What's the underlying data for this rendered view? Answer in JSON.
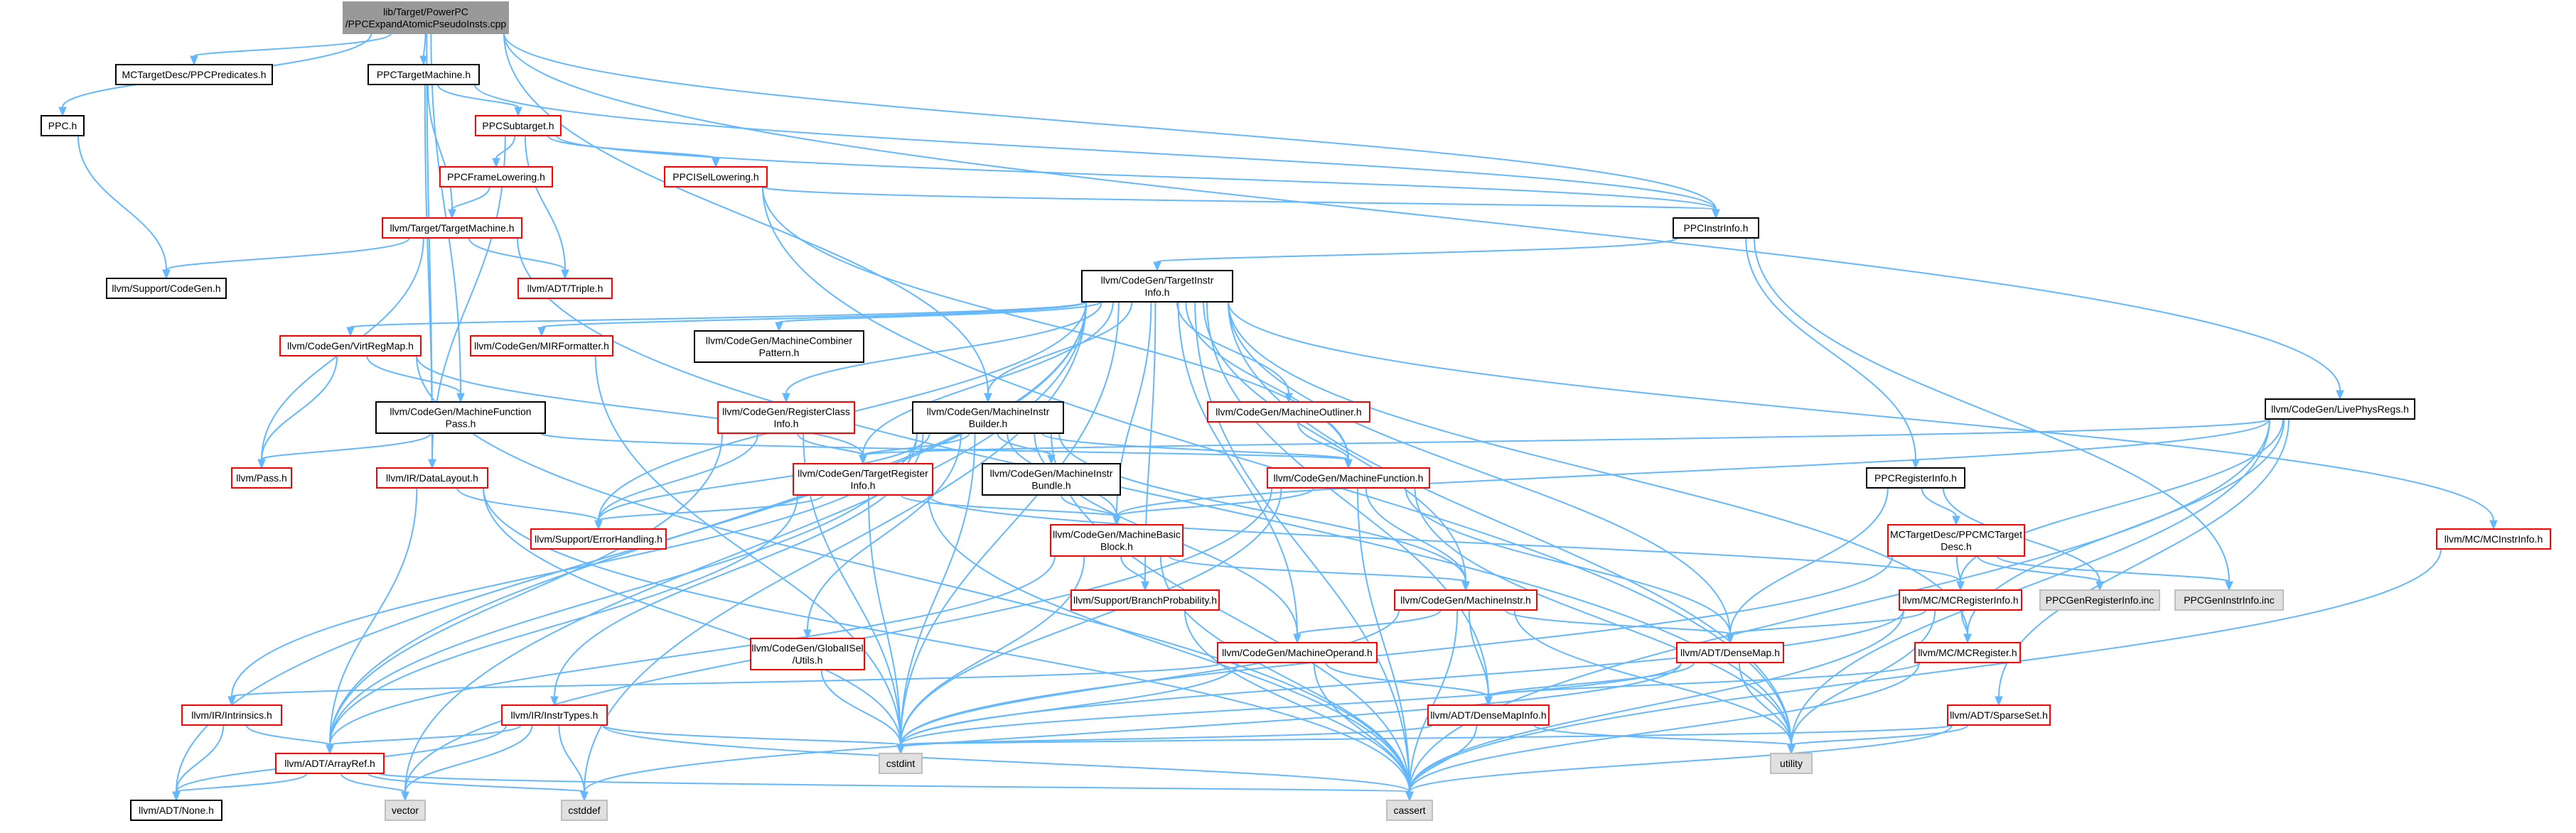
{
  "diagram": {
    "type": "include-dependency-graph",
    "colors": {
      "edge": "#63b8ff",
      "root_fill": "#999999",
      "red_border": "#ff0000",
      "black_border": "#000000",
      "gray_border": "#bfbfbf",
      "gray_fill": "#e0e0e0",
      "white_fill": "#ffffff"
    },
    "nodes": [
      {
        "id": "root",
        "lines": [
          "lib/Target/PowerPC",
          "/PPCExpandAtomicPseudoInsts.cpp"
        ],
        "style": "root"
      },
      {
        "id": "mctdesc",
        "lines": [
          "MCTargetDesc/PPCPredicates.h"
        ],
        "style": "black"
      },
      {
        "id": "ppch",
        "lines": [
          "PPC.h"
        ],
        "style": "black"
      },
      {
        "id": "ppctm",
        "lines": [
          "PPCTargetMachine.h"
        ],
        "style": "black"
      },
      {
        "id": "ppcst",
        "lines": [
          "PPCSubtarget.h"
        ],
        "style": "red"
      },
      {
        "id": "ppcfl",
        "lines": [
          "PPCFrameLowering.h"
        ],
        "style": "red"
      },
      {
        "id": "ppcisel",
        "lines": [
          "PPCISelLowering.h"
        ],
        "style": "red"
      },
      {
        "id": "tm",
        "lines": [
          "llvm/Target/TargetMachine.h"
        ],
        "style": "red"
      },
      {
        "id": "supcg",
        "lines": [
          "llvm/Support/CodeGen.h"
        ],
        "style": "black"
      },
      {
        "id": "triple",
        "lines": [
          "llvm/ADT/Triple.h"
        ],
        "style": "red"
      },
      {
        "id": "ppcii",
        "lines": [
          "PPCInstrInfo.h"
        ],
        "style": "black"
      },
      {
        "id": "tii",
        "lines": [
          "llvm/CodeGen/TargetInstr",
          "Info.h"
        ],
        "style": "black"
      },
      {
        "id": "vrm",
        "lines": [
          "llvm/CodeGen/VirtRegMap.h"
        ],
        "style": "red"
      },
      {
        "id": "mirf",
        "lines": [
          "llvm/CodeGen/MIRFormatter.h"
        ],
        "style": "red"
      },
      {
        "id": "mcp",
        "lines": [
          "llvm/CodeGen/MachineCombiner",
          "Pattern.h"
        ],
        "style": "black"
      },
      {
        "id": "livephys",
        "lines": [
          "llvm/CodeGen/LivePhysRegs.h"
        ],
        "style": "black"
      },
      {
        "id": "mfp",
        "lines": [
          "llvm/CodeGen/MachineFunction",
          "Pass.h"
        ],
        "style": "black"
      },
      {
        "id": "rci",
        "lines": [
          "llvm/CodeGen/RegisterClass",
          "Info.h"
        ],
        "style": "red"
      },
      {
        "id": "mib",
        "lines": [
          "llvm/CodeGen/MachineInstr",
          "Builder.h"
        ],
        "style": "black"
      },
      {
        "id": "mout",
        "lines": [
          "llvm/CodeGen/MachineOutliner.h"
        ],
        "style": "red"
      },
      {
        "id": "pass",
        "lines": [
          "llvm/Pass.h"
        ],
        "style": "red"
      },
      {
        "id": "dl",
        "lines": [
          "llvm/IR/DataLayout.h"
        ],
        "style": "red"
      },
      {
        "id": "tri",
        "lines": [
          "llvm/CodeGen/TargetRegister",
          "Info.h"
        ],
        "style": "red"
      },
      {
        "id": "mibundle",
        "lines": [
          "llvm/CodeGen/MachineInstr",
          "Bundle.h"
        ],
        "style": "black"
      },
      {
        "id": "mf",
        "lines": [
          "llvm/CodeGen/MachineFunction.h"
        ],
        "style": "red"
      },
      {
        "id": "ppcri",
        "lines": [
          "PPCRegisterInfo.h"
        ],
        "style": "black"
      },
      {
        "id": "err",
        "lines": [
          "llvm/Support/ErrorHandling.h"
        ],
        "style": "red"
      },
      {
        "id": "mbb",
        "lines": [
          "llvm/CodeGen/MachineBasic",
          "Block.h"
        ],
        "style": "red"
      },
      {
        "id": "ppcmctd",
        "lines": [
          "MCTargetDesc/PPCMCTarget",
          "Desc.h"
        ],
        "style": "red"
      },
      {
        "id": "mcii",
        "lines": [
          "llvm/MC/MCInstrInfo.h"
        ],
        "style": "red"
      },
      {
        "id": "bp",
        "lines": [
          "llvm/Support/BranchProbability.h"
        ],
        "style": "red"
      },
      {
        "id": "mi",
        "lines": [
          "llvm/CodeGen/MachineInstr.h"
        ],
        "style": "red"
      },
      {
        "id": "gisel",
        "lines": [
          "llvm/CodeGen/GlobalISel",
          "/Utils.h"
        ],
        "style": "red"
      },
      {
        "id": "mcri",
        "lines": [
          "llvm/MC/MCRegisterInfo.h"
        ],
        "style": "red"
      },
      {
        "id": "ppcreginc",
        "lines": [
          "PPCGenRegisterInfo.inc"
        ],
        "style": "gray"
      },
      {
        "id": "ppcinstinc",
        "lines": [
          "PPCGenInstrInfo.inc"
        ],
        "style": "gray"
      },
      {
        "id": "mo",
        "lines": [
          "llvm/CodeGen/MachineOperand.h"
        ],
        "style": "red"
      },
      {
        "id": "densemap",
        "lines": [
          "llvm/ADT/DenseMap.h"
        ],
        "style": "red"
      },
      {
        "id": "mcreg",
        "lines": [
          "llvm/MC/MCRegister.h"
        ],
        "style": "red"
      },
      {
        "id": "intr",
        "lines": [
          "llvm/IR/Intrinsics.h"
        ],
        "style": "red"
      },
      {
        "id": "itypes",
        "lines": [
          "llvm/IR/InstrTypes.h"
        ],
        "style": "red"
      },
      {
        "id": "dmi",
        "lines": [
          "llvm/ADT/DenseMapInfo.h"
        ],
        "style": "red"
      },
      {
        "id": "sparse",
        "lines": [
          "llvm/ADT/SparseSet.h"
        ],
        "style": "red"
      },
      {
        "id": "arrayref",
        "lines": [
          "llvm/ADT/ArrayRef.h"
        ],
        "style": "red"
      },
      {
        "id": "cstdint",
        "lines": [
          "cstdint"
        ],
        "style": "gray"
      },
      {
        "id": "utility",
        "lines": [
          "utility"
        ],
        "style": "gray"
      },
      {
        "id": "none",
        "lines": [
          "llvm/ADT/None.h"
        ],
        "style": "black"
      },
      {
        "id": "vector",
        "lines": [
          "vector"
        ],
        "style": "gray"
      },
      {
        "id": "cstddef",
        "lines": [
          "cstddef"
        ],
        "style": "gray"
      },
      {
        "id": "cassert",
        "lines": [
          "cassert"
        ],
        "style": "gray"
      }
    ],
    "edges": [
      [
        "root",
        "mctdesc"
      ],
      [
        "root",
        "ppch"
      ],
      [
        "root",
        "ppctm"
      ],
      [
        "root",
        "ppcii"
      ],
      [
        "root",
        "mib"
      ],
      [
        "root",
        "livephys"
      ],
      [
        "root",
        "dl"
      ],
      [
        "root",
        "mfp"
      ],
      [
        "ppch",
        "supcg"
      ],
      [
        "ppctm",
        "ppcst"
      ],
      [
        "ppctm",
        "tm"
      ],
      [
        "ppctm",
        "ppcii"
      ],
      [
        "ppctm",
        "dl"
      ],
      [
        "ppcst",
        "ppcfl"
      ],
      [
        "ppcst",
        "ppcisel"
      ],
      [
        "ppcst",
        "ppcii"
      ],
      [
        "ppcst",
        "triple"
      ],
      [
        "ppcst",
        "dl"
      ],
      [
        "ppcfl",
        "tm"
      ],
      [
        "ppcisel",
        "ppcii"
      ],
      [
        "ppcisel",
        "mf"
      ],
      [
        "ppcisel",
        "utility"
      ],
      [
        "tm",
        "supcg"
      ],
      [
        "tm",
        "triple"
      ],
      [
        "tm",
        "pass"
      ],
      [
        "tm",
        "utility"
      ],
      [
        "ppcii",
        "tii"
      ],
      [
        "ppcii",
        "ppcri"
      ],
      [
        "ppcii",
        "ppcinstinc"
      ],
      [
        "tii",
        "vrm"
      ],
      [
        "tii",
        "mirf"
      ],
      [
        "tii",
        "mcp"
      ],
      [
        "tii",
        "rci"
      ],
      [
        "tii",
        "mib"
      ],
      [
        "tii",
        "mout"
      ],
      [
        "tii",
        "mf"
      ],
      [
        "tii",
        "mbb"
      ],
      [
        "tii",
        "mi"
      ],
      [
        "tii",
        "mo"
      ],
      [
        "tii",
        "bp"
      ],
      [
        "tii",
        "densemap"
      ],
      [
        "tii",
        "dmi"
      ],
      [
        "tii",
        "mcii"
      ],
      [
        "tii",
        "mcreg"
      ],
      [
        "tii",
        "tri"
      ],
      [
        "tii",
        "err"
      ],
      [
        "tii",
        "arrayref"
      ],
      [
        "tii",
        "none"
      ],
      [
        "tii",
        "cstdint"
      ],
      [
        "tii",
        "utility"
      ],
      [
        "tii",
        "vector"
      ],
      [
        "tii",
        "cstddef"
      ],
      [
        "tii",
        "cassert"
      ],
      [
        "vrm",
        "mfp"
      ],
      [
        "vrm",
        "pass"
      ],
      [
        "vrm",
        "tri"
      ],
      [
        "vrm",
        "cassert"
      ],
      [
        "mirf",
        "cstdint"
      ],
      [
        "mfp",
        "mf"
      ],
      [
        "mfp",
        "pass"
      ],
      [
        "rci",
        "tri"
      ],
      [
        "rci",
        "arrayref"
      ],
      [
        "rci",
        "cstdint"
      ],
      [
        "rci",
        "err"
      ],
      [
        "mib",
        "mf"
      ],
      [
        "mib",
        "mibundle"
      ],
      [
        "mib",
        "mbb"
      ],
      [
        "mib",
        "mi"
      ],
      [
        "mib",
        "mo"
      ],
      [
        "mib",
        "tri"
      ],
      [
        "mib",
        "gisel"
      ],
      [
        "mib",
        "itypes"
      ],
      [
        "mib",
        "intr"
      ],
      [
        "mib",
        "err"
      ],
      [
        "mib",
        "cstdint"
      ],
      [
        "mib",
        "cassert"
      ],
      [
        "mib",
        "arrayref"
      ],
      [
        "mout",
        "mf"
      ],
      [
        "livephys",
        "mcri"
      ],
      [
        "livephys",
        "mcreg"
      ],
      [
        "livephys",
        "sparse"
      ],
      [
        "livephys",
        "mbb"
      ],
      [
        "livephys",
        "tri"
      ],
      [
        "livephys",
        "cassert"
      ],
      [
        "livephys",
        "utility"
      ],
      [
        "dl",
        "arrayref"
      ],
      [
        "dl",
        "err"
      ],
      [
        "dl",
        "cassert"
      ],
      [
        "dl",
        "cstdint"
      ],
      [
        "tri",
        "mcri"
      ],
      [
        "tri",
        "mbb"
      ],
      [
        "tri",
        "err"
      ],
      [
        "tri",
        "arrayref"
      ],
      [
        "tri",
        "cassert"
      ],
      [
        "tri",
        "cstdint"
      ],
      [
        "mibundle",
        "mbb"
      ],
      [
        "mf",
        "mbb"
      ],
      [
        "mf",
        "mi"
      ],
      [
        "mf",
        "densemap"
      ],
      [
        "mf",
        "cassert"
      ],
      [
        "mf",
        "cstdint"
      ],
      [
        "mf",
        "utility"
      ],
      [
        "mf",
        "vector"
      ],
      [
        "ppcri",
        "ppcmctd"
      ],
      [
        "ppcri",
        "ppcreginc"
      ],
      [
        "ppcri",
        "densemap"
      ],
      [
        "mbb",
        "mi"
      ],
      [
        "mbb",
        "bp"
      ],
      [
        "mbb",
        "cassert"
      ],
      [
        "mbb",
        "cstdint"
      ],
      [
        "mbb",
        "arrayref"
      ],
      [
        "ppcmctd",
        "mcri"
      ],
      [
        "ppcmctd",
        "ppcreginc"
      ],
      [
        "ppcmctd",
        "ppcinstinc"
      ],
      [
        "ppcmctd",
        "cstdint"
      ],
      [
        "mcii",
        "cassert"
      ],
      [
        "bp",
        "cassert"
      ],
      [
        "mi",
        "mo"
      ],
      [
        "mi",
        "dmi"
      ],
      [
        "mi",
        "cassert"
      ],
      [
        "mi",
        "cstdint"
      ],
      [
        "mi",
        "utility"
      ],
      [
        "mi",
        "densemap"
      ],
      [
        "gisel",
        "cstdint"
      ],
      [
        "mcri",
        "mcreg"
      ],
      [
        "mcri",
        "densemap"
      ],
      [
        "mcri",
        "cassert"
      ],
      [
        "mcri",
        "cstdint"
      ],
      [
        "mcri",
        "utility"
      ],
      [
        "mo",
        "intr"
      ],
      [
        "mo",
        "dmi"
      ],
      [
        "mo",
        "cassert"
      ],
      [
        "mo",
        "cstdint"
      ],
      [
        "densemap",
        "dmi"
      ],
      [
        "densemap",
        "utility"
      ],
      [
        "densemap",
        "cstddef"
      ],
      [
        "densemap",
        "cstdint"
      ],
      [
        "mcreg",
        "dmi"
      ],
      [
        "mcreg",
        "cassert"
      ],
      [
        "intr",
        "arrayref"
      ],
      [
        "intr",
        "none"
      ],
      [
        "itypes",
        "arrayref"
      ],
      [
        "itypes",
        "cstddef"
      ],
      [
        "itypes",
        "cstdint"
      ],
      [
        "itypes",
        "cassert"
      ],
      [
        "itypes",
        "vector"
      ],
      [
        "itypes",
        "none"
      ],
      [
        "dmi",
        "cstdint"
      ],
      [
        "dmi",
        "cassert"
      ],
      [
        "dmi",
        "utility"
      ],
      [
        "sparse",
        "cstdint"
      ],
      [
        "sparse",
        "cassert"
      ],
      [
        "sparse",
        "utility"
      ],
      [
        "arrayref",
        "none"
      ],
      [
        "arrayref",
        "cassert"
      ],
      [
        "arrayref",
        "cstddef"
      ],
      [
        "arrayref",
        "vector"
      ]
    ]
  }
}
